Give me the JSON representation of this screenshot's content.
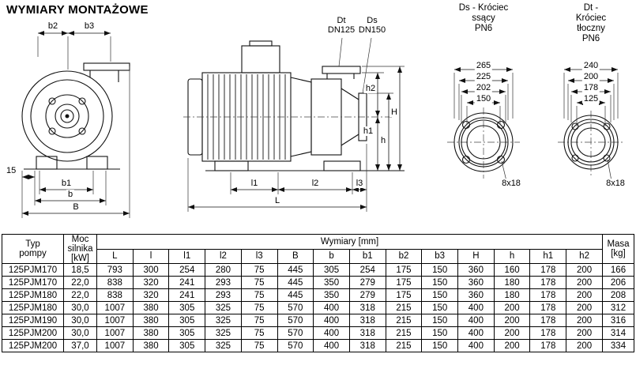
{
  "title": "WYMIARY MONTAŻOWE",
  "diagram": {
    "front": {
      "b2": "b2",
      "b3": "b3",
      "edge": "15",
      "b1": "b1",
      "b": "b",
      "B": "B"
    },
    "side": {
      "dt": "Dt\nDN125",
      "ds": "Ds\nDN150",
      "l1": "l1",
      "l2": "l2",
      "l3": "l3",
      "L": "L",
      "h2": "h2",
      "h1": "h1",
      "h": "h",
      "H": "H"
    },
    "suction_flange": {
      "caption": "Ds - Króciec\nssący\nPN6",
      "dims": [
        "265",
        "225",
        "202",
        "150"
      ],
      "holes": "8x18"
    },
    "discharge_flange": {
      "caption": "Dt - Króciec\ntłoczny\nPN6",
      "dims": [
        "240",
        "200",
        "178",
        "125"
      ],
      "holes": "8x18"
    }
  },
  "table": {
    "header": {
      "typ": "Typ\npompy",
      "moc": "Moc\nsilnika\n[kW]",
      "wymiary": "Wymiary [mm]",
      "masa": "Masa\n[kg]",
      "dims": [
        "L",
        "l",
        "l1",
        "l2",
        "l3",
        "B",
        "b",
        "b1",
        "b2",
        "b3",
        "H",
        "h",
        "h1",
        "h2"
      ]
    },
    "rows": [
      [
        "125PJM170",
        "18,5",
        "793",
        "300",
        "254",
        "280",
        "75",
        "445",
        "305",
        "254",
        "175",
        "150",
        "360",
        "160",
        "178",
        "200",
        "166"
      ],
      [
        "125PJM170",
        "22,0",
        "838",
        "320",
        "241",
        "293",
        "75",
        "445",
        "350",
        "279",
        "175",
        "150",
        "360",
        "180",
        "178",
        "200",
        "206"
      ],
      [
        "125PJM180",
        "22,0",
        "838",
        "320",
        "241",
        "293",
        "75",
        "445",
        "350",
        "279",
        "175",
        "150",
        "360",
        "180",
        "178",
        "200",
        "208"
      ],
      [
        "125PJM180",
        "30,0",
        "1007",
        "380",
        "305",
        "325",
        "75",
        "570",
        "400",
        "318",
        "215",
        "150",
        "400",
        "200",
        "178",
        "200",
        "312"
      ],
      [
        "125PJM190",
        "30,0",
        "1007",
        "380",
        "305",
        "325",
        "75",
        "570",
        "400",
        "318",
        "215",
        "150",
        "400",
        "200",
        "178",
        "200",
        "316"
      ],
      [
        "125PJM200",
        "30,0",
        "1007",
        "380",
        "305",
        "325",
        "75",
        "570",
        "400",
        "318",
        "215",
        "150",
        "400",
        "200",
        "178",
        "200",
        "314"
      ],
      [
        "125PJM200",
        "37,0",
        "1007",
        "380",
        "305",
        "325",
        "75",
        "570",
        "400",
        "318",
        "215",
        "150",
        "400",
        "200",
        "178",
        "200",
        "334"
      ]
    ]
  }
}
